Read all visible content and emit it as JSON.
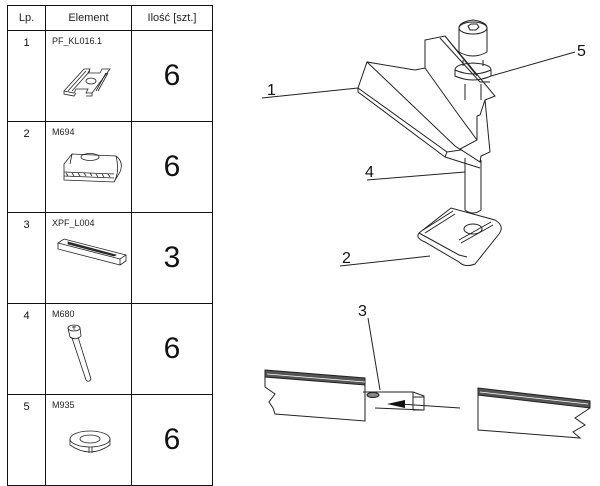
{
  "table": {
    "headers": {
      "lp": "Lp.",
      "element": "Element",
      "qty": "Ilość [szt.]"
    },
    "rows": [
      {
        "lp": "1",
        "code": "PF_KL016.1",
        "qty": "6",
        "icon": "clamp-icon"
      },
      {
        "lp": "2",
        "code": "M694",
        "qty": "6",
        "icon": "slot-nut-icon"
      },
      {
        "lp": "3",
        "code": "XPF_L004",
        "qty": "3",
        "icon": "connector-bar-icon"
      },
      {
        "lp": "4",
        "code": "M680",
        "qty": "6",
        "icon": "bolt-icon"
      },
      {
        "lp": "5",
        "code": "M935",
        "qty": "6",
        "icon": "spring-washer-icon"
      }
    ]
  },
  "diagram": {
    "callouts": {
      "c1": "1",
      "c2": "2",
      "c3": "3",
      "c4": "4",
      "c5": "5"
    }
  }
}
